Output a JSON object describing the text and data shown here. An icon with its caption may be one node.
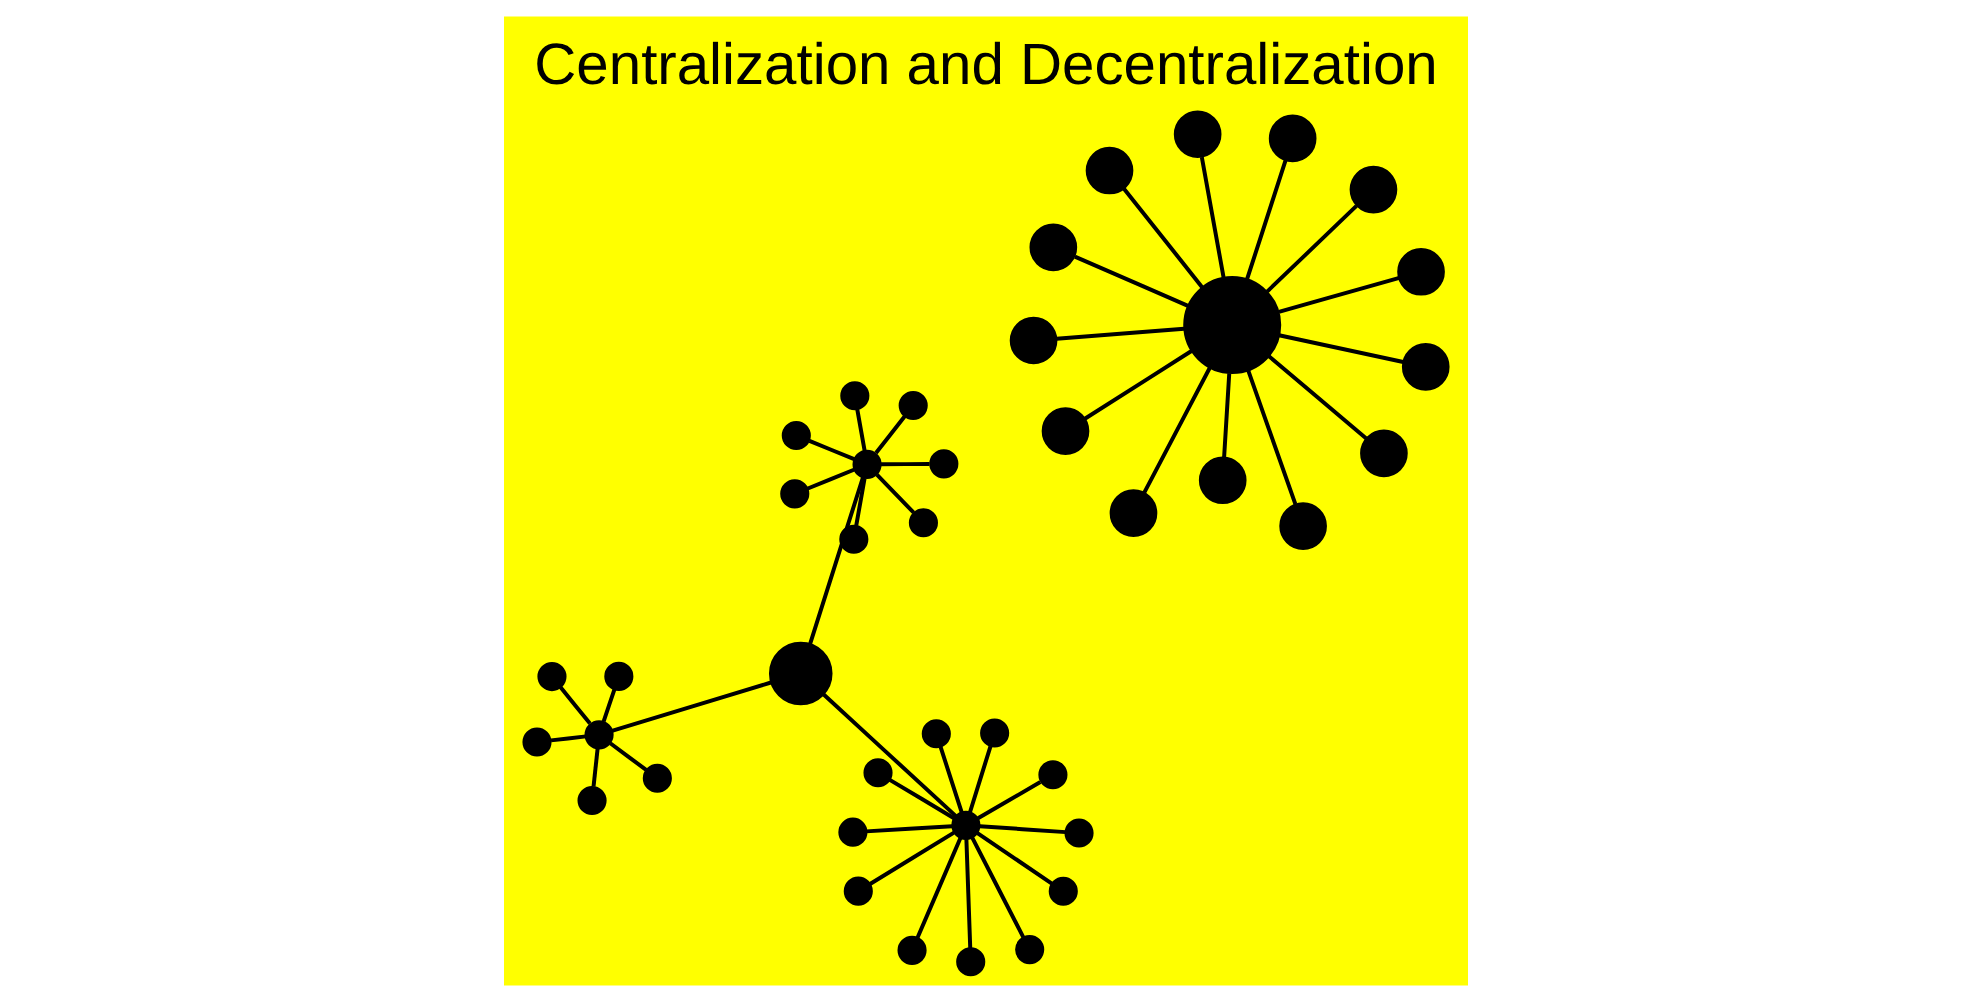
{
  "diagram": {
    "title": "Centralization and Decentralization",
    "nodes": [
      {
        "text": [],
        "shape": "circle"
      },
      {
        "text": [],
        "shape": "circle"
      },
      {
        "text": [],
        "shape": "circle"
      },
      {
        "text": [],
        "shape": "circle"
      },
      {
        "text": [],
        "shape": "circle"
      },
      {
        "text": [],
        "shape": "circle"
      },
      {
        "text": [],
        "shape": "circle"
      },
      {
        "text": [],
        "shape": "circle"
      },
      {
        "text": [],
        "shape": "circle"
      },
      {
        "text": [],
        "shape": "circle"
      },
      {
        "text": [],
        "shape": "circle"
      },
      {
        "text": [],
        "shape": "circle"
      },
      {
        "text": [],
        "shape": "circle"
      },
      {
        "text": [],
        "shape": "circle"
      },
      {
        "text": [],
        "shape": "circle"
      },
      {
        "text": [],
        "shape": "circle"
      },
      {
        "text": [],
        "shape": "circle"
      },
      {
        "text": [],
        "shape": "circle"
      },
      {
        "text": [],
        "shape": "circle"
      },
      {
        "text": [],
        "shape": "circle"
      },
      {
        "text": [],
        "shape": "circle"
      },
      {
        "text": [],
        "shape": "circle"
      },
      {
        "text": [],
        "shape": "circle"
      },
      {
        "text": [],
        "shape": "circle"
      },
      {
        "text": [],
        "shape": "circle"
      },
      {
        "text": [],
        "shape": "circle"
      },
      {
        "text": [],
        "shape": "circle"
      },
      {
        "text": [],
        "shape": "circle"
      },
      {
        "text": [],
        "shape": "circle"
      },
      {
        "text": [],
        "shape": "circle"
      },
      {
        "text": [],
        "shape": "circle"
      },
      {
        "text": [],
        "shape": "circle"
      },
      {
        "text": [],
        "shape": "circle"
      },
      {
        "text": [],
        "shape": "circle"
      },
      {
        "text": [],
        "shape": "circle"
      },
      {
        "text": [],
        "shape": "circle"
      },
      {
        "text": [],
        "shape": "circle"
      },
      {
        "text": [],
        "shape": "circle"
      },
      {
        "text": [],
        "shape": "circle"
      },
      {
        "text": [],
        "shape": "circle"
      },
      {
        "text": [],
        "shape": "circle"
      }
    ],
    "edges": [
      {
        "from": 0,
        "to": 1,
        "arrow": "none"
      },
      {
        "from": 0,
        "to": 2,
        "arrow": "none"
      },
      {
        "from": 0,
        "to": 3,
        "arrow": "none"
      },
      {
        "from": 0,
        "to": 4,
        "arrow": "none"
      },
      {
        "from": 0,
        "to": 5,
        "arrow": "none"
      },
      {
        "from": 0,
        "to": 6,
        "arrow": "none"
      },
      {
        "from": 0,
        "to": 7,
        "arrow": "none"
      },
      {
        "from": 0,
        "to": 8,
        "arrow": "none"
      },
      {
        "from": 0,
        "to": 9,
        "arrow": "none"
      },
      {
        "from": 0,
        "to": 10,
        "arrow": "none"
      },
      {
        "from": 0,
        "to": 11,
        "arrow": "none"
      },
      {
        "from": 0,
        "to": 12,
        "arrow": "none"
      },
      {
        "from": 0,
        "to": 13,
        "arrow": "none"
      },
      {
        "from": 14,
        "to": 15,
        "arrow": "none"
      },
      {
        "from": 14,
        "to": 27,
        "arrow": "none"
      },
      {
        "from": 14,
        "to": 35,
        "arrow": "none"
      },
      {
        "from": 15,
        "to": 16,
        "arrow": "none"
      },
      {
        "from": 15,
        "to": 17,
        "arrow": "none"
      },
      {
        "from": 15,
        "to": 18,
        "arrow": "none"
      },
      {
        "from": 15,
        "to": 19,
        "arrow": "none"
      },
      {
        "from": 15,
        "to": 20,
        "arrow": "none"
      },
      {
        "from": 15,
        "to": 21,
        "arrow": "none"
      },
      {
        "from": 15,
        "to": 22,
        "arrow": "none"
      },
      {
        "from": 15,
        "to": 23,
        "arrow": "none"
      },
      {
        "from": 15,
        "to": 24,
        "arrow": "none"
      },
      {
        "from": 15,
        "to": 25,
        "arrow": "none"
      },
      {
        "from": 15,
        "to": 26,
        "arrow": "none"
      },
      {
        "from": 27,
        "to": 28,
        "arrow": "none"
      },
      {
        "from": 27,
        "to": 29,
        "arrow": "none"
      },
      {
        "from": 27,
        "to": 30,
        "arrow": "none"
      },
      {
        "from": 27,
        "to": 31,
        "arrow": "none"
      },
      {
        "from": 27,
        "to": 32,
        "arrow": "none"
      },
      {
        "from": 27,
        "to": 33,
        "arrow": "none"
      },
      {
        "from": 27,
        "to": 34,
        "arrow": "none"
      },
      {
        "from": 35,
        "to": 36,
        "arrow": "none"
      },
      {
        "from": 35,
        "to": 37,
        "arrow": "none"
      },
      {
        "from": 35,
        "to": 38,
        "arrow": "none"
      },
      {
        "from": 35,
        "to": 39,
        "arrow": "none"
      },
      {
        "from": 35,
        "to": 40,
        "arrow": "none"
      }
    ]
  }
}
